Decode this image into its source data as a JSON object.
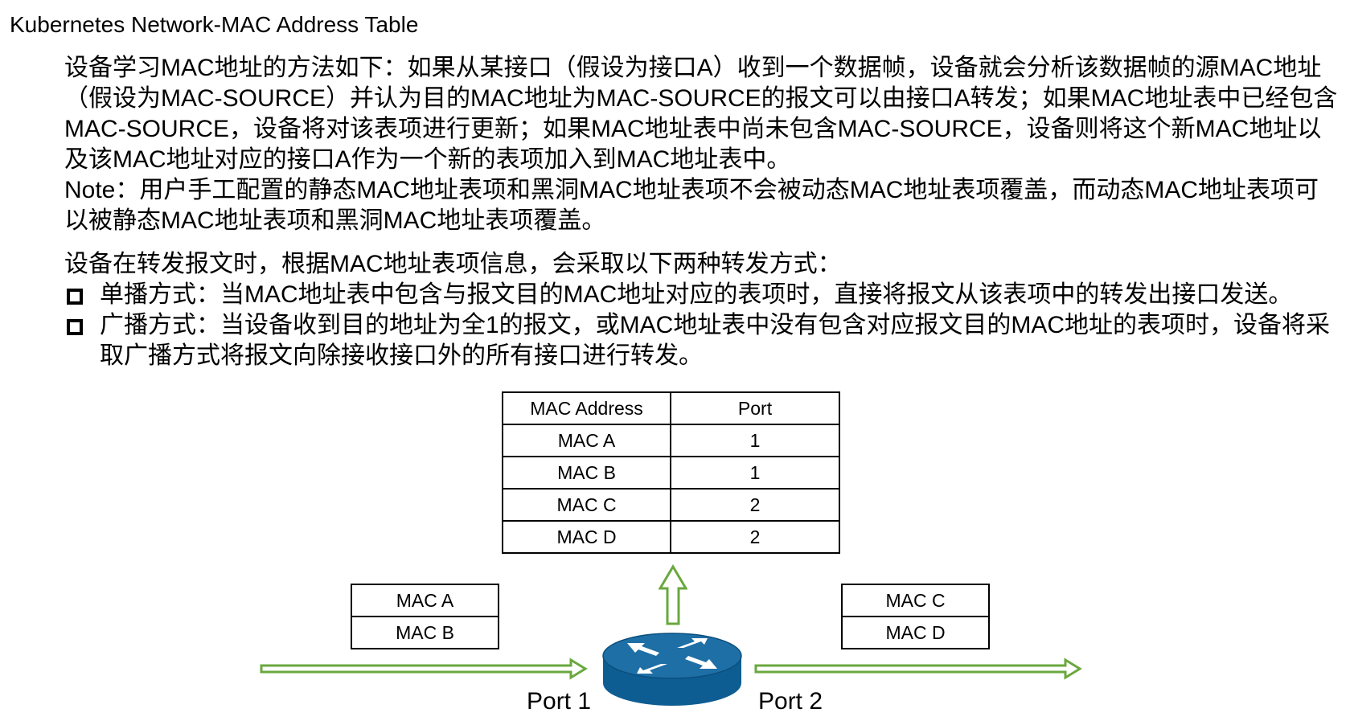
{
  "page_title": "Kubernetes Network-MAC Address Table",
  "paragraphs": {
    "learning": "设备学习MAC地址的方法如下：如果从某接口（假设为接口A）收到一个数据帧，设备就会分析该数据帧的源MAC地址（假设为MAC-SOURCE）并认为目的MAC地址为MAC-SOURCE的报文可以由接口A转发；如果MAC地址表中已经包含MAC-SOURCE，设备将对该表项进行更新；如果MAC地址表中尚未包含MAC-SOURCE，设备则将这个新MAC地址以及该MAC地址对应的接口A作为一个新的表项加入到MAC地址表中。",
    "note_label": "Note：",
    "note_text": "用户手工配置的静态MAC地址表项和黑洞MAC地址表项不会被动态MAC地址表项覆盖，而动态MAC地址表项可以被静态MAC地址表项和黑洞MAC地址表项覆盖。",
    "forwarding_intro": "设备在转发报文时，根据MAC地址表项信息，会采取以下两种转发方式："
  },
  "bullets": [
    "单播方式：当MAC地址表中包含与报文目的MAC地址对应的表项时，直接将报文从该表项中的转发出接口发送。",
    "广播方式：当设备收到目的地址为全1的报文，或MAC地址表中没有包含对应报文目的MAC地址的表项时，设备将采取广播方式将报文向除接收接口外的所有接口进行转发。"
  ],
  "mac_table": {
    "headers": [
      "MAC Address",
      "Port"
    ],
    "rows": [
      [
        "MAC A",
        "1"
      ],
      [
        "MAC B",
        "1"
      ],
      [
        "MAC C",
        "2"
      ],
      [
        "MAC D",
        "2"
      ]
    ]
  },
  "left_hosts": [
    "MAC A",
    "MAC B"
  ],
  "right_hosts": [
    "MAC C",
    "MAC D"
  ],
  "ports": {
    "port1": "Port 1",
    "port2": "Port 2"
  },
  "icons": {
    "router": "router-icon",
    "inbound_arrow": "arrow-right-icon",
    "outbound_arrow": "arrow-right-icon",
    "update_arrow": "arrow-up-icon",
    "bullet": "square-bullet-icon"
  },
  "colors": {
    "arrow_stroke": "#6aa83e",
    "router_top": "#1e6fa6",
    "router_side": "#0e5d92",
    "router_glyph": "#ffffff",
    "text": "#000000"
  }
}
